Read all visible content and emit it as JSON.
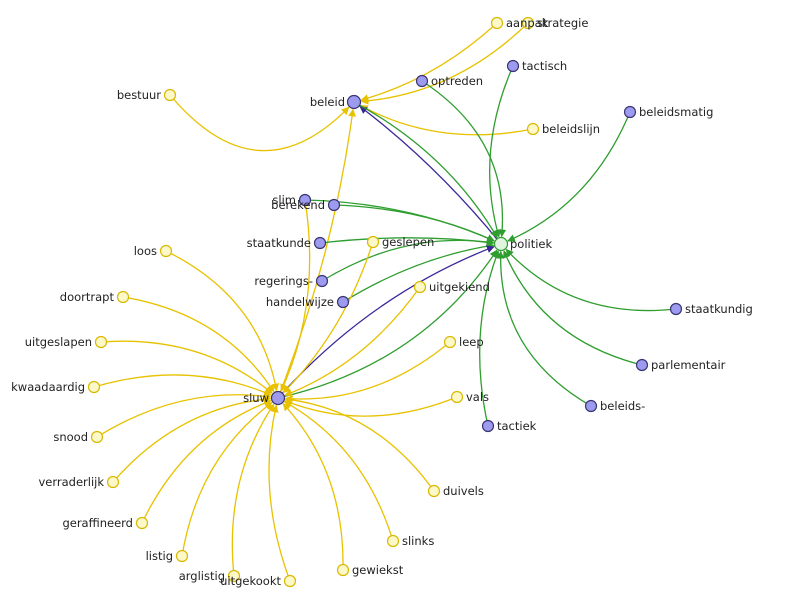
{
  "colors": {
    "yellow_edge": "#e8c200",
    "green_edge": "#2f9e2f",
    "purple_edge": "#3a2899",
    "yellow_node_fill": "#fcf8c8",
    "yellow_node_stroke": "#d8b800",
    "purple_node_fill": "#9d9bf0",
    "purple_node_stroke": "#3a3470",
    "green_node_fill": "#e0f4e0",
    "green_node_stroke": "#2f9e2f"
  },
  "nodes": [
    {
      "id": "beleid",
      "label": "beleid",
      "kind": "purple"
    },
    {
      "id": "politiek",
      "label": "politiek",
      "kind": "green"
    },
    {
      "id": "sluw",
      "label": "sluw",
      "kind": "purple"
    },
    {
      "id": "aanpak",
      "label": "aanpak",
      "kind": "yellow"
    },
    {
      "id": "strategie",
      "label": "strategie",
      "kind": "yellow"
    },
    {
      "id": "tactisch",
      "label": "tactisch",
      "kind": "purple"
    },
    {
      "id": "optreden",
      "label": "optreden",
      "kind": "purple"
    },
    {
      "id": "bestuur",
      "label": "bestuur",
      "kind": "yellow"
    },
    {
      "id": "beleidsmatig",
      "label": "beleidsmatig",
      "kind": "purple"
    },
    {
      "id": "beleidslijn",
      "label": "beleidslijn",
      "kind": "yellow"
    },
    {
      "id": "slim",
      "label": "slim",
      "kind": "purple"
    },
    {
      "id": "berekend",
      "label": "berekend",
      "kind": "purple"
    },
    {
      "id": "staatkunde",
      "label": "staatkunde",
      "kind": "purple"
    },
    {
      "id": "geslepen",
      "label": "geslepen",
      "kind": "yellow"
    },
    {
      "id": "regerings",
      "label": "regerings-",
      "kind": "purple"
    },
    {
      "id": "handelwijze",
      "label": "handelwijze",
      "kind": "purple"
    },
    {
      "id": "uitgekiend",
      "label": "uitgekiend",
      "kind": "yellow"
    },
    {
      "id": "staatkundig",
      "label": "staatkundig",
      "kind": "purple"
    },
    {
      "id": "leep",
      "label": "leep",
      "kind": "yellow"
    },
    {
      "id": "parlementair",
      "label": "parlementair",
      "kind": "purple"
    },
    {
      "id": "vals",
      "label": "vals",
      "kind": "yellow"
    },
    {
      "id": "beleids",
      "label": "beleids-",
      "kind": "purple"
    },
    {
      "id": "tactiek",
      "label": "tactiek",
      "kind": "purple"
    },
    {
      "id": "loos",
      "label": "loos",
      "kind": "yellow"
    },
    {
      "id": "doortrapt",
      "label": "doortrapt",
      "kind": "yellow"
    },
    {
      "id": "uitgeslapen",
      "label": "uitgeslapen",
      "kind": "yellow"
    },
    {
      "id": "kwaadaardig",
      "label": "kwaadaardig",
      "kind": "yellow"
    },
    {
      "id": "snood",
      "label": "snood",
      "kind": "yellow"
    },
    {
      "id": "verraderlijk",
      "label": "verraderlijk",
      "kind": "yellow"
    },
    {
      "id": "geraffineerd",
      "label": "geraffineerd",
      "kind": "yellow"
    },
    {
      "id": "listig",
      "label": "listig",
      "kind": "yellow"
    },
    {
      "id": "arglistig",
      "label": "arglistig",
      "kind": "yellow"
    },
    {
      "id": "uitgekookt",
      "label": "uitgekookt",
      "kind": "yellow"
    },
    {
      "id": "gewiekst",
      "label": "gewiekst",
      "kind": "yellow"
    },
    {
      "id": "slinks",
      "label": "slinks",
      "kind": "yellow"
    },
    {
      "id": "duivels",
      "label": "duivels",
      "kind": "yellow"
    }
  ],
  "edges": [
    {
      "from": "bestuur",
      "to": "beleid",
      "kind": "yellow"
    },
    {
      "from": "aanpak",
      "to": "beleid",
      "kind": "yellow"
    },
    {
      "from": "strategie",
      "to": "beleid",
      "kind": "yellow"
    },
    {
      "from": "beleidslijn",
      "to": "beleid",
      "kind": "yellow"
    },
    {
      "from": "sluw",
      "to": "beleid",
      "kind": "yellow"
    },
    {
      "from": "politiek",
      "to": "beleid",
      "kind": "purple"
    },
    {
      "from": "beleid",
      "to": "politiek",
      "kind": "green"
    },
    {
      "from": "optreden",
      "to": "politiek",
      "kind": "green"
    },
    {
      "from": "tactisch",
      "to": "politiek",
      "kind": "green"
    },
    {
      "from": "beleidsmatig",
      "to": "politiek",
      "kind": "green"
    },
    {
      "from": "slim",
      "to": "politiek",
      "kind": "green"
    },
    {
      "from": "berekend",
      "to": "politiek",
      "kind": "green"
    },
    {
      "from": "staatkunde",
      "to": "politiek",
      "kind": "green"
    },
    {
      "from": "regerings",
      "to": "politiek",
      "kind": "green"
    },
    {
      "from": "handelwijze",
      "to": "politiek",
      "kind": "green"
    },
    {
      "from": "staatkundig",
      "to": "politiek",
      "kind": "green"
    },
    {
      "from": "parlementair",
      "to": "politiek",
      "kind": "green"
    },
    {
      "from": "beleids",
      "to": "politiek",
      "kind": "green"
    },
    {
      "from": "tactiek",
      "to": "politiek",
      "kind": "green"
    },
    {
      "from": "sluw",
      "to": "politiek",
      "kind": "green"
    },
    {
      "from": "sluw",
      "to": "politiek",
      "kind": "purple"
    },
    {
      "from": "slim",
      "to": "sluw",
      "kind": "yellow"
    },
    {
      "from": "geslepen",
      "to": "sluw",
      "kind": "yellow"
    },
    {
      "from": "uitgekiend",
      "to": "sluw",
      "kind": "yellow"
    },
    {
      "from": "leep",
      "to": "sluw",
      "kind": "yellow"
    },
    {
      "from": "vals",
      "to": "sluw",
      "kind": "yellow"
    },
    {
      "from": "loos",
      "to": "sluw",
      "kind": "yellow"
    },
    {
      "from": "doortrapt",
      "to": "sluw",
      "kind": "yellow"
    },
    {
      "from": "uitgeslapen",
      "to": "sluw",
      "kind": "yellow"
    },
    {
      "from": "kwaadaardig",
      "to": "sluw",
      "kind": "yellow"
    },
    {
      "from": "snood",
      "to": "sluw",
      "kind": "yellow"
    },
    {
      "from": "verraderlijk",
      "to": "sluw",
      "kind": "yellow"
    },
    {
      "from": "geraffineerd",
      "to": "sluw",
      "kind": "yellow"
    },
    {
      "from": "listig",
      "to": "sluw",
      "kind": "yellow"
    },
    {
      "from": "arglistig",
      "to": "sluw",
      "kind": "yellow"
    },
    {
      "from": "uitgekookt",
      "to": "sluw",
      "kind": "yellow"
    },
    {
      "from": "gewiekst",
      "to": "sluw",
      "kind": "yellow"
    },
    {
      "from": "slinks",
      "to": "sluw",
      "kind": "yellow"
    },
    {
      "from": "duivels",
      "to": "sluw",
      "kind": "yellow"
    }
  ]
}
